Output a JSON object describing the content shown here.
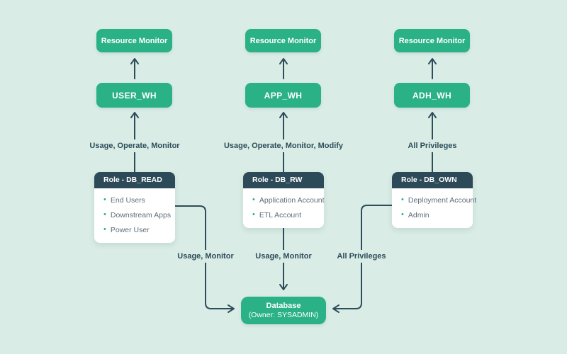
{
  "colors": {
    "background": "#d9ece6",
    "node_green": "#2ab186",
    "header_navy": "#2c4a57",
    "wire_navy": "#2e4d5a",
    "card_bg": "#ffffff",
    "member_text": "#5f6d79"
  },
  "columns": [
    {
      "resource_monitor": "Resource Monitor",
      "warehouse": "USER_WH",
      "warehouse_grant_label": "Usage, Operate, Monitor",
      "role": {
        "title": "Role - DB_READ",
        "members": [
          "End Users",
          "Downstream Apps",
          "Power User"
        ]
      },
      "database_grant_label": "Usage, Monitor"
    },
    {
      "resource_monitor": "Resource Monitor",
      "warehouse": "APP_WH",
      "warehouse_grant_label": "Usage, Operate, Monitor, Modify",
      "role": {
        "title": "Role - DB_RW",
        "members": [
          "Application Account",
          "ETL Account"
        ]
      },
      "database_grant_label": "Usage, Monitor"
    },
    {
      "resource_monitor": "Resource Monitor",
      "warehouse": "ADH_WH",
      "warehouse_grant_label": "All Privileges",
      "role": {
        "title": "Role - DB_OWN",
        "members": [
          "Deployment Account",
          "Admin"
        ]
      },
      "database_grant_label": "All Privileges"
    }
  ],
  "database": {
    "title": "Database",
    "subtitle": "(Owner: SYSADMIN)"
  }
}
